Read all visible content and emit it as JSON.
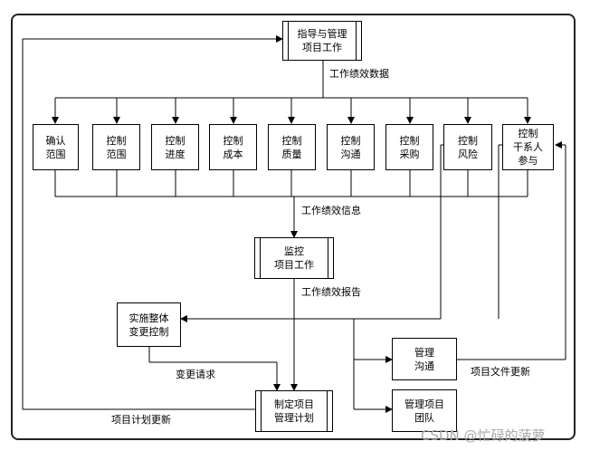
{
  "nodes": {
    "direct": "指导与管理\n项目工作",
    "validate_scope": "确认\n范围",
    "control_scope": "控制\n范围",
    "control_schedule": "控制\n进度",
    "control_cost": "控制\n成本",
    "control_quality": "控制\n质量",
    "control_comm": "控制\n沟通",
    "control_procure": "控制\n采购",
    "control_risk": "控制\n风险",
    "control_stakeholder": "控制\n干系人\n参与",
    "monitor": "监控\n项目工作",
    "integrated_change": "实施整体\n变更控制",
    "manage_comm": "管理\n沟通",
    "manage_team": "管理项目\n团队",
    "develop_plan": "制定项目\n管理计划"
  },
  "labels": {
    "work_perf_data": "工作绩效数据",
    "work_perf_info": "工作绩效信息",
    "work_perf_report": "工作绩效报告",
    "change_request": "变更请求",
    "plan_update": "项目计划更新",
    "doc_update": "项目文件更新"
  },
  "watermark": "CSDN @忙碌的菠萝"
}
